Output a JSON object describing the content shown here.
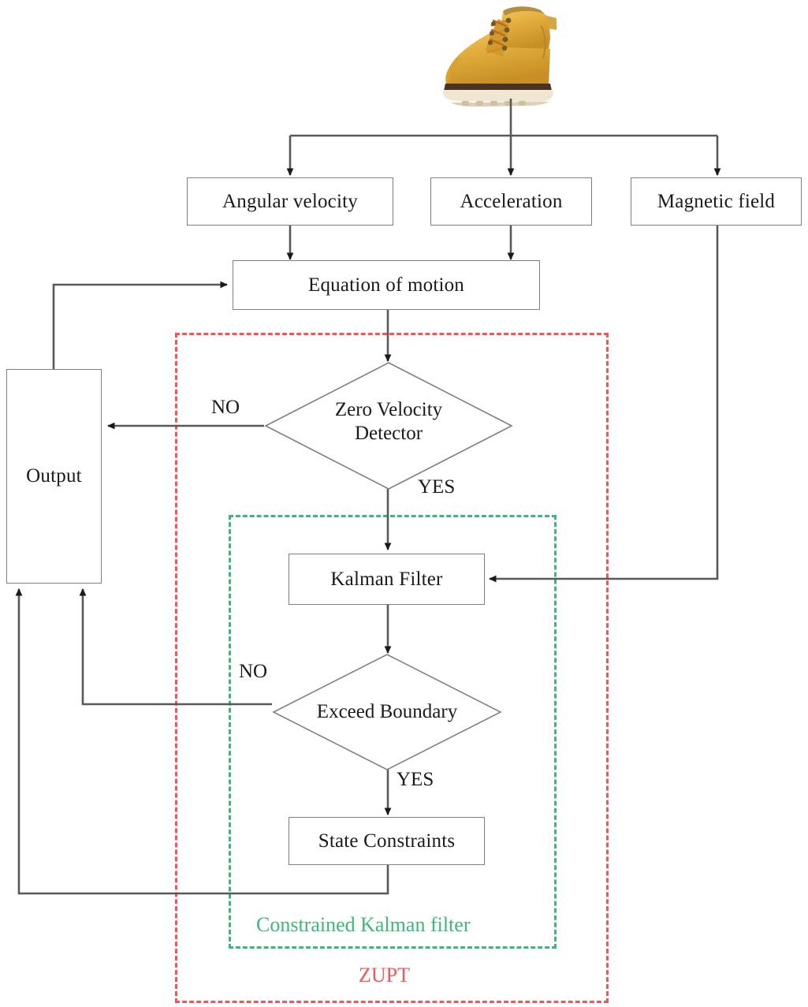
{
  "figure": {
    "type": "flowchart",
    "title": "",
    "background_color": "#ffffff"
  },
  "image": {
    "name": "boot-photo",
    "description": "wheat-colored leather work boot",
    "colors": {
      "upper": "#e2a83a",
      "upper_light": "#f0c45e",
      "upper_shadow": "#b5801f",
      "sole_welt": "#4b3222",
      "sole": "#efe4cf",
      "laces": "#d9821f",
      "eyelets": "#6b5a2c"
    }
  },
  "nodes": {
    "angular_velocity": "Angular velocity",
    "acceleration": "Acceleration",
    "magnetic_field": "Magnetic field",
    "equation_of_motion": "Equation of motion",
    "zero_velocity_detector_line1": "Zero Velocity",
    "zero_velocity_detector_line2": "Detector",
    "output": "Output",
    "kalman_filter": "Kalman Filter",
    "exceed_boundary": "Exceed Boundary",
    "state_constraints": "State Constraints"
  },
  "edge_labels": {
    "zvd_no": "NO",
    "zvd_yes": "YES",
    "eb_no": "NO",
    "eb_yes": "YES"
  },
  "groups": {
    "constrained_kalman_filter": {
      "label": "Constrained Kalman filter",
      "color": "#3cb878",
      "style": "dashed"
    },
    "zupt": {
      "label": "ZUPT",
      "color": "#f4555b",
      "style": "dashed"
    }
  },
  "colors": {
    "node_border": "#808080",
    "wire": "#4d4d4d",
    "text": "#1a1a1a",
    "green_group": "#3cb878",
    "red_group": "#f4555b"
  }
}
